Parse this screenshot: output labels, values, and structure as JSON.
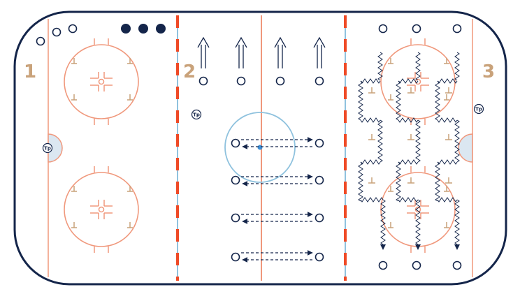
{
  "zones": [
    {
      "label": "1"
    },
    {
      "label": "2"
    },
    {
      "label": "3"
    }
  ],
  "tp_label": "Tp",
  "colors": {
    "border": "#14254a",
    "red_line": "#ef4a26",
    "blue_line": "#8fc2de",
    "circle": "#f0987c",
    "hash": "#c9a27a",
    "number": "#c9a27a",
    "player": "#14254a",
    "crease": "#dbe7f1",
    "center_circle": "#8fc2de"
  }
}
